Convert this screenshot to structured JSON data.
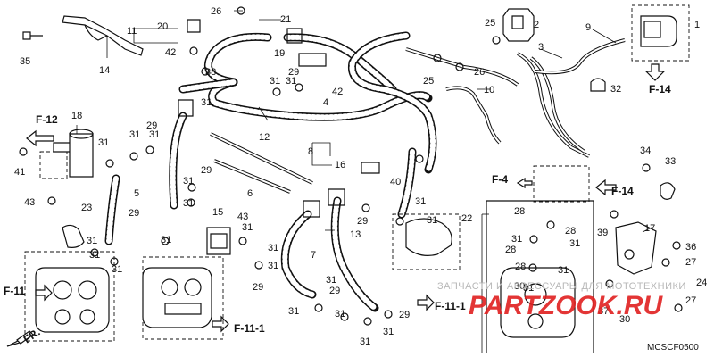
{
  "diagram": {
    "part_numbers": [
      "35",
      "14",
      "11",
      "20",
      "21",
      "26",
      "42",
      "38",
      "19",
      "29",
      "42",
      "4",
      "31",
      "31",
      "31",
      "25",
      "2",
      "26",
      "25",
      "3",
      "9",
      "32",
      "1",
      "10",
      "18",
      "29",
      "31",
      "31",
      "31",
      "12",
      "8",
      "16",
      "6",
      "31",
      "31",
      "5",
      "29",
      "29",
      "31",
      "31",
      "23",
      "31",
      "31",
      "15",
      "43",
      "7",
      "13",
      "40",
      "31",
      "29",
      "31",
      "22",
      "34",
      "33",
      "17",
      "28",
      "28",
      "28",
      "31",
      "31",
      "31",
      "41",
      "43",
      "39",
      "36",
      "27",
      "24",
      "27",
      "37",
      "30",
      "31",
      "31",
      "29",
      "31",
      "31",
      "29",
      "31",
      "31",
      "29",
      "31",
      "31",
      "30",
      "31",
      "28"
    ],
    "section_refs": [
      "F-12",
      "F-14",
      "F-4",
      "F-14",
      "F-11",
      "F-11-1",
      "F-11-1"
    ],
    "fr_label": "FR.",
    "diagram_code": "MCSCF0500",
    "watermark_text": "ЗАПЧАСТИ И АКСЕССУАРЫ ДЛЯ МОТОТЕХНИКИ",
    "watermark_logo": "PARTZOOK.RU",
    "colors": {
      "line": "#111111",
      "watermark_logo": "#e02020",
      "watermark_text": "#b8b8b8"
    }
  }
}
